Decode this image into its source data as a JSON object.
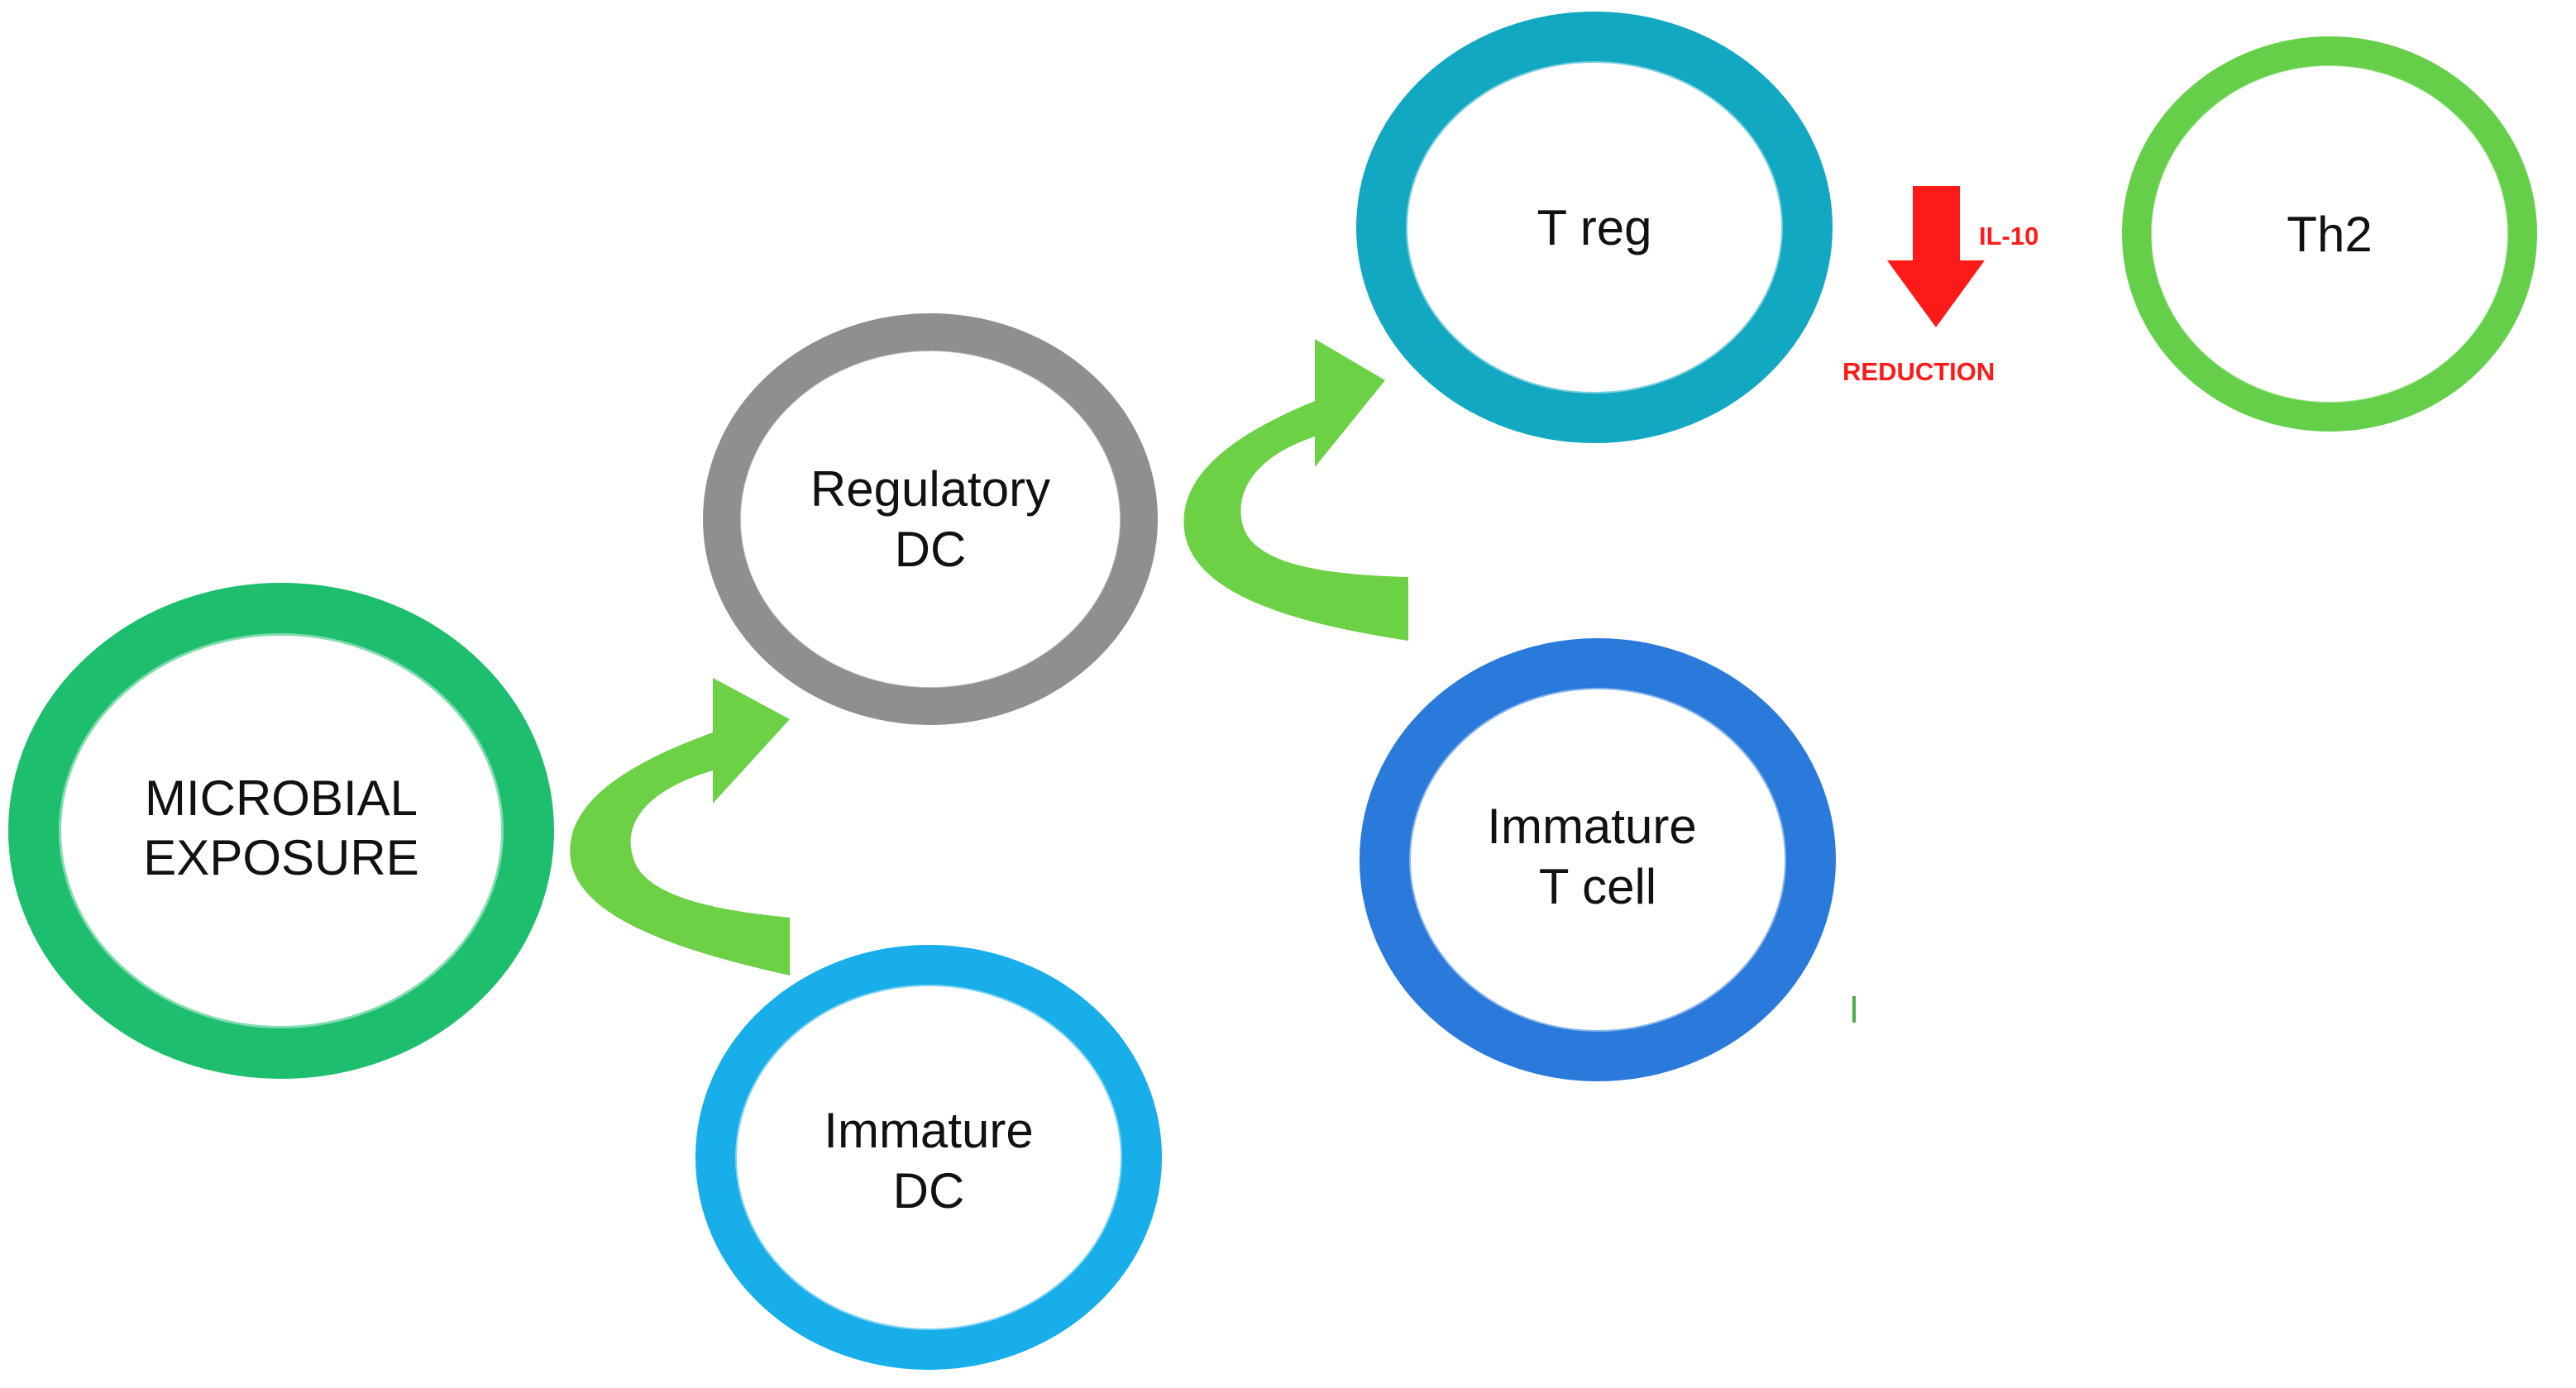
{
  "nodes": [
    {
      "id": "microbial",
      "lines": [
        "MICROBIAL",
        "EXPOSURE"
      ],
      "color": "#1DBF6E"
    },
    {
      "id": "regulatory-dc",
      "lines": [
        "Regulatory",
        "DC"
      ],
      "color": "#8F8F8F"
    },
    {
      "id": "immature-dc",
      "lines": [
        "Immature",
        "DC"
      ],
      "color": "#17AEEA"
    },
    {
      "id": "t-reg",
      "lines": [
        "T reg"
      ],
      "color": "#12A8C2"
    },
    {
      "id": "immature-t-cell",
      "lines": [
        "Immature",
        "T cell"
      ],
      "color": "#2A7ADB"
    },
    {
      "id": "th2",
      "lines": [
        "Th2"
      ],
      "color": "#66CF4A"
    }
  ],
  "annotations": {
    "il10": "IL-10",
    "reduction": "REDUCTION"
  },
  "colors": {
    "flow_arrow": "#6DD146",
    "reduction_arrow": "#FF1A1A"
  }
}
